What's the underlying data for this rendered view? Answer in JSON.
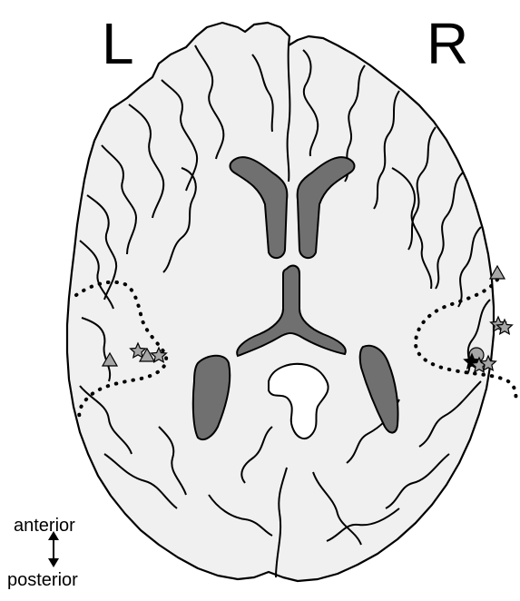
{
  "labels": {
    "left_hemisphere": "L",
    "right_hemisphere": "R",
    "orientation_top": "anterior",
    "orientation_bottom": "posterior"
  },
  "colors": {
    "brain_fill": "#f0f0f0",
    "outline": "#000000",
    "ventricle_fill": "#707070",
    "marker_fill": "#a6a6a6",
    "background": "#ffffff"
  },
  "markers": {
    "left": [
      {
        "shape": "triangle"
      },
      {
        "shape": "star"
      },
      {
        "shape": "triangle"
      },
      {
        "shape": "star"
      }
    ],
    "right": [
      {
        "shape": "triangle"
      },
      {
        "shape": "star"
      },
      {
        "shape": "star"
      },
      {
        "shape": "circle"
      },
      {
        "shape": "star"
      },
      {
        "shape": "star"
      },
      {
        "shape": "star"
      }
    ]
  }
}
